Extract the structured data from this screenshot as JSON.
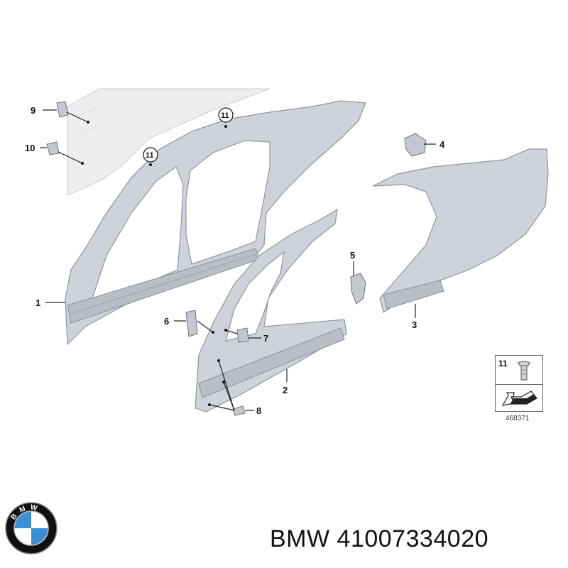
{
  "callouts": {
    "c1": "1",
    "c2": "2",
    "c3": "3",
    "c4": "4",
    "c5": "5",
    "c6": "6",
    "c7": "7",
    "c8": "8",
    "c9": "9",
    "c10": "10",
    "c11a": "11",
    "c11b": "11"
  },
  "legend": {
    "part_number": "11",
    "doc_number": "468371"
  },
  "brand": {
    "text": "BMW 41007334020",
    "logo_letters": "BMW",
    "logo_colors": {
      "ring": "#111111",
      "blue": "#3b8fd6",
      "white": "#ffffff"
    }
  },
  "colors": {
    "panel": "#cfd3d9",
    "panel_outline": "#8e949c",
    "ghost": "#ecedef"
  }
}
